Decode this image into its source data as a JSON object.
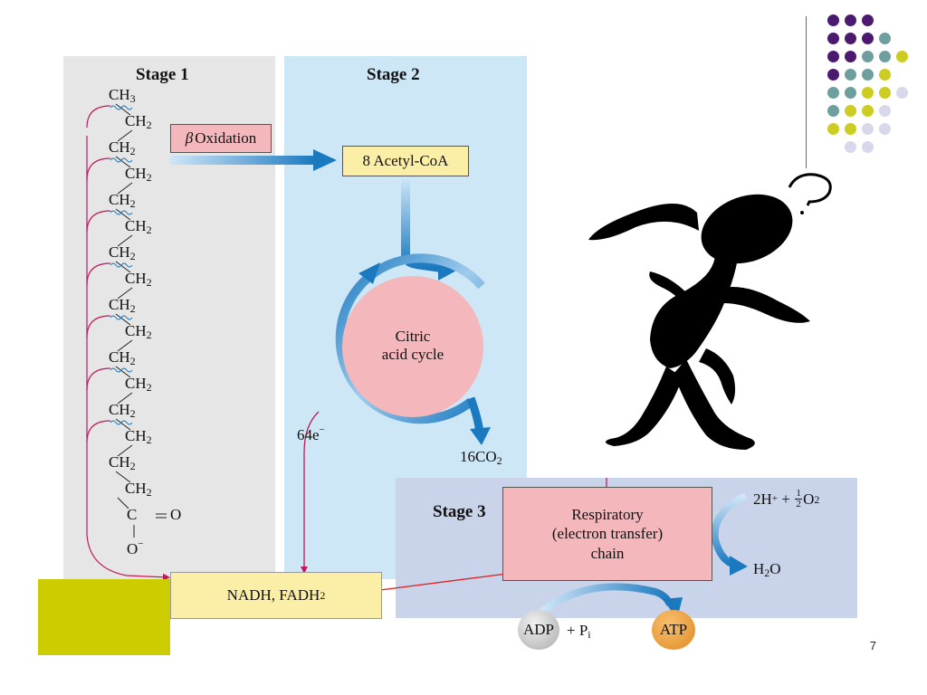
{
  "slide": {
    "page_number": "7"
  },
  "stages": {
    "stage1": "Stage 1",
    "stage2": "Stage 2",
    "stage3": "Stage 3"
  },
  "molecule": {
    "top": "CH",
    "top_sub": "3",
    "repeat": "CH",
    "repeat_sub": "2",
    "carboxyl_c": "C",
    "carboxyl_o": "O",
    "carboxyl_ominus": "O",
    "carboxyl_charge": "−"
  },
  "beta_oxidation": {
    "symbol": "β",
    "label": "Oxidation"
  },
  "acetyl_coa": "8 Acetyl-CoA",
  "citric_cycle": {
    "line1": "Citric",
    "line2": "acid cycle"
  },
  "electrons": {
    "label": "64e",
    "charge": "−"
  },
  "co2": {
    "label": "16CO",
    "sub": "2"
  },
  "nadh": {
    "label": "NADH, FADH",
    "sub": "2"
  },
  "respiratory": {
    "line1": "Respiratory",
    "line2": "(electron transfer)",
    "line3": "chain"
  },
  "oxygen": {
    "label": "2H",
    "sup": "+",
    "plus": " + ",
    "frac_num": "1",
    "frac_den": "2",
    "o2": "O",
    "o2_sub": "2"
  },
  "water": {
    "label": "H",
    "sub": "2",
    "tail": "O"
  },
  "adp": {
    "label": "ADP",
    "plus": "+ P",
    "pi_sub": "i"
  },
  "atp": "ATP",
  "colors": {
    "stage1_bg": "#e6e6e6",
    "stage2_bg": "#cde7f6",
    "stage3_bg": "#c9d4ea",
    "pink_box": "#f4b8bc",
    "yellow_box": "#fbefa8",
    "arrow_blue": "#1b79c0",
    "magenta": "#c2185b",
    "accent_olive": "#cccc00",
    "dot_purple": "#4b1a6e",
    "dot_teal": "#6e9e9e",
    "dot_yellow": "#cccc22",
    "dot_lavender": "#d8d8ec",
    "atp_orange": "#f0a030",
    "adp_gray": "#c8c8c8"
  },
  "icons": [
    "thinking-person-clipart",
    "question-mark-icon",
    "dot-grid-decoration"
  ]
}
